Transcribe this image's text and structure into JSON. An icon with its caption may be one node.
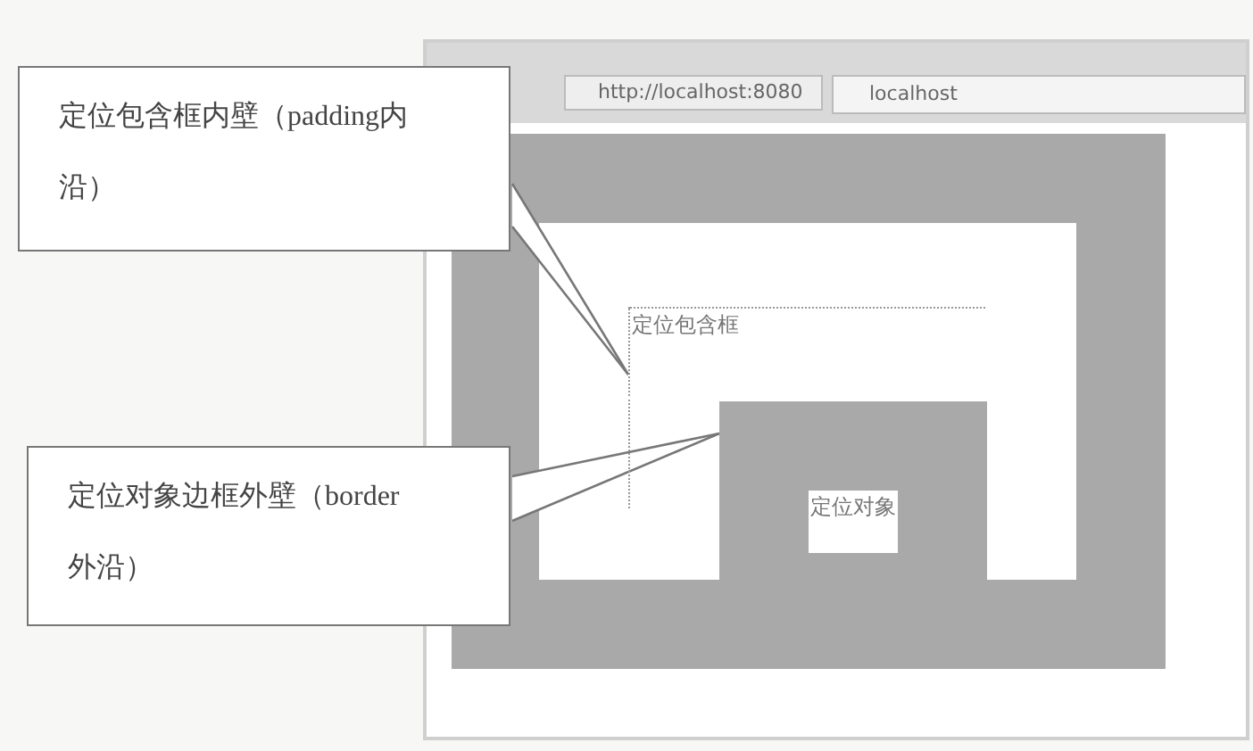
{
  "diagram": {
    "nodes": [
      {
        "text": [
          "定位包含框内壁（padding内沿）"
        ]
      },
      {
        "text": [
          "定位对象边框外壁（border外沿）"
        ]
      },
      {
        "text": [
          "定位包含框"
        ]
      },
      {
        "text": [
          "定位对象"
        ]
      }
    ],
    "edges": [
      {
        "from": 0,
        "to": 2,
        "arrow": "none"
      },
      {
        "from": 1,
        "to": 3,
        "arrow": "none"
      }
    ],
    "labels": [
      "http://localhost:8080",
      "localhost"
    ]
  }
}
